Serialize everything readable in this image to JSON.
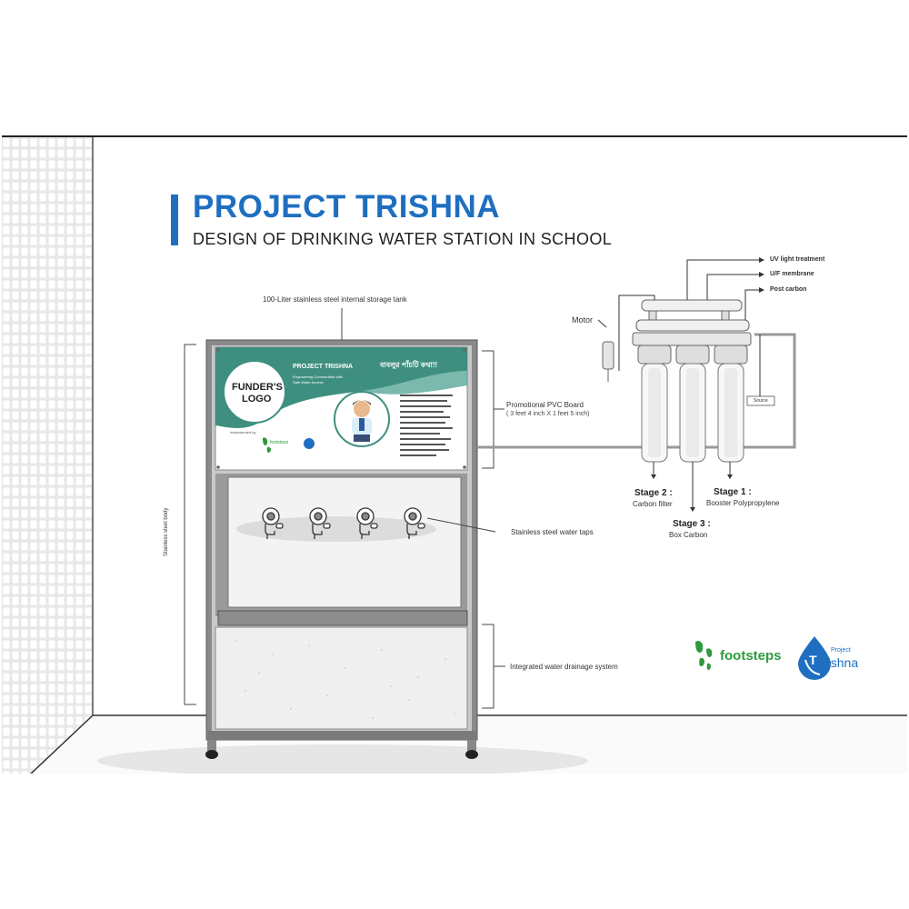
{
  "header": {
    "title": "PROJECT TRISHNA",
    "subtitle": "DESIGN OF DRINKING WATER STATION IN SCHOOL"
  },
  "station_labels": {
    "tank": "100-Liter stainless steel internal storage tank",
    "pvc_board": "Promotional PVC Board",
    "pvc_board_size": "( 3 feet 4 inch X 1 feet 5 inch)",
    "taps": "Stainless steel water taps",
    "drainage": "Integrated water drainage system",
    "body": "Stainless steel body"
  },
  "board": {
    "funder_logo_line1": "FUNDER'S",
    "funder_logo_line2": "LOGO",
    "project_name": "PROJECT TRISHNA",
    "tagline_line1": "Empowering Communities with",
    "tagline_line2": "Safe Water Access",
    "bangla_slogan": "বাবলুর পাঁচটি কথা!!",
    "implemented_by": "Implemented by",
    "footsteps": "footsteps"
  },
  "filter_labels": {
    "uv": "UV light treatment",
    "uf": "U/F membrane",
    "post_carbon": "Post carbon",
    "motor": "Motor",
    "source": "Source",
    "stage1_title": "Stage 1 :",
    "stage1_desc": "Booster Polypropylene",
    "stage2_title": "Stage 2 :",
    "stage2_desc": "Carbon filter",
    "stage3_title": "Stage 3 :",
    "stage3_desc": "Box Carbon"
  },
  "logos": {
    "footsteps": "footsteps",
    "trishna_small": "Project",
    "trishna_big": "rishna",
    "trishna_t": "T"
  },
  "colors": {
    "title_blue": "#1f6fc0",
    "board_teal": "#3f8f80",
    "footsteps_green": "#2e9a3c",
    "trishna_blue": "#1f6fc0",
    "frame_grey": "#7a7a7a"
  }
}
